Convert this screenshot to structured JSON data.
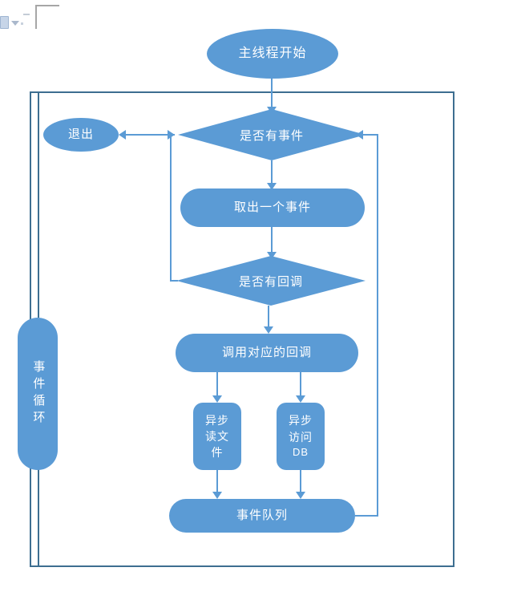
{
  "diagram": {
    "title_shape_start": "主线程开始",
    "decision_has_event": "是否有事件",
    "terminal_exit": "退出",
    "process_take_event": "取出一个事件",
    "decision_has_callback": "是否有回调",
    "process_invoke_callback": "调用对应的回调",
    "async_read_file": "异步\n读文\n件",
    "async_read_file_lines": [
      "异步",
      "读文",
      "件"
    ],
    "async_access_db_lines": [
      "异步",
      "访问",
      "DB"
    ],
    "event_queue": "事件队列",
    "event_loop_label": "事件循环",
    "colors": {
      "shape_fill": "#5b9bd5",
      "shape_text": "#ffffff",
      "connector": "#5b9bd5",
      "outer_border": "#3d6e90",
      "background": "#ffffff",
      "chrome_gray": "#a6a6a6"
    }
  },
  "chrome": {
    "corner_marker": "page-corner-marker",
    "badge_icon": "document-badge-icon",
    "caret_icon": "dropdown-caret-icon"
  }
}
